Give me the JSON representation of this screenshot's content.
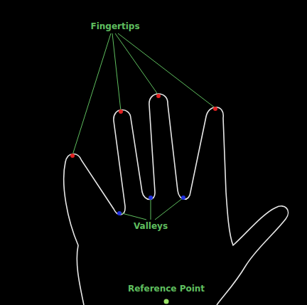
{
  "diagram": {
    "labels": [
      "Fingertips",
      "Valleys",
      "Reference Point"
    ]
  }
}
